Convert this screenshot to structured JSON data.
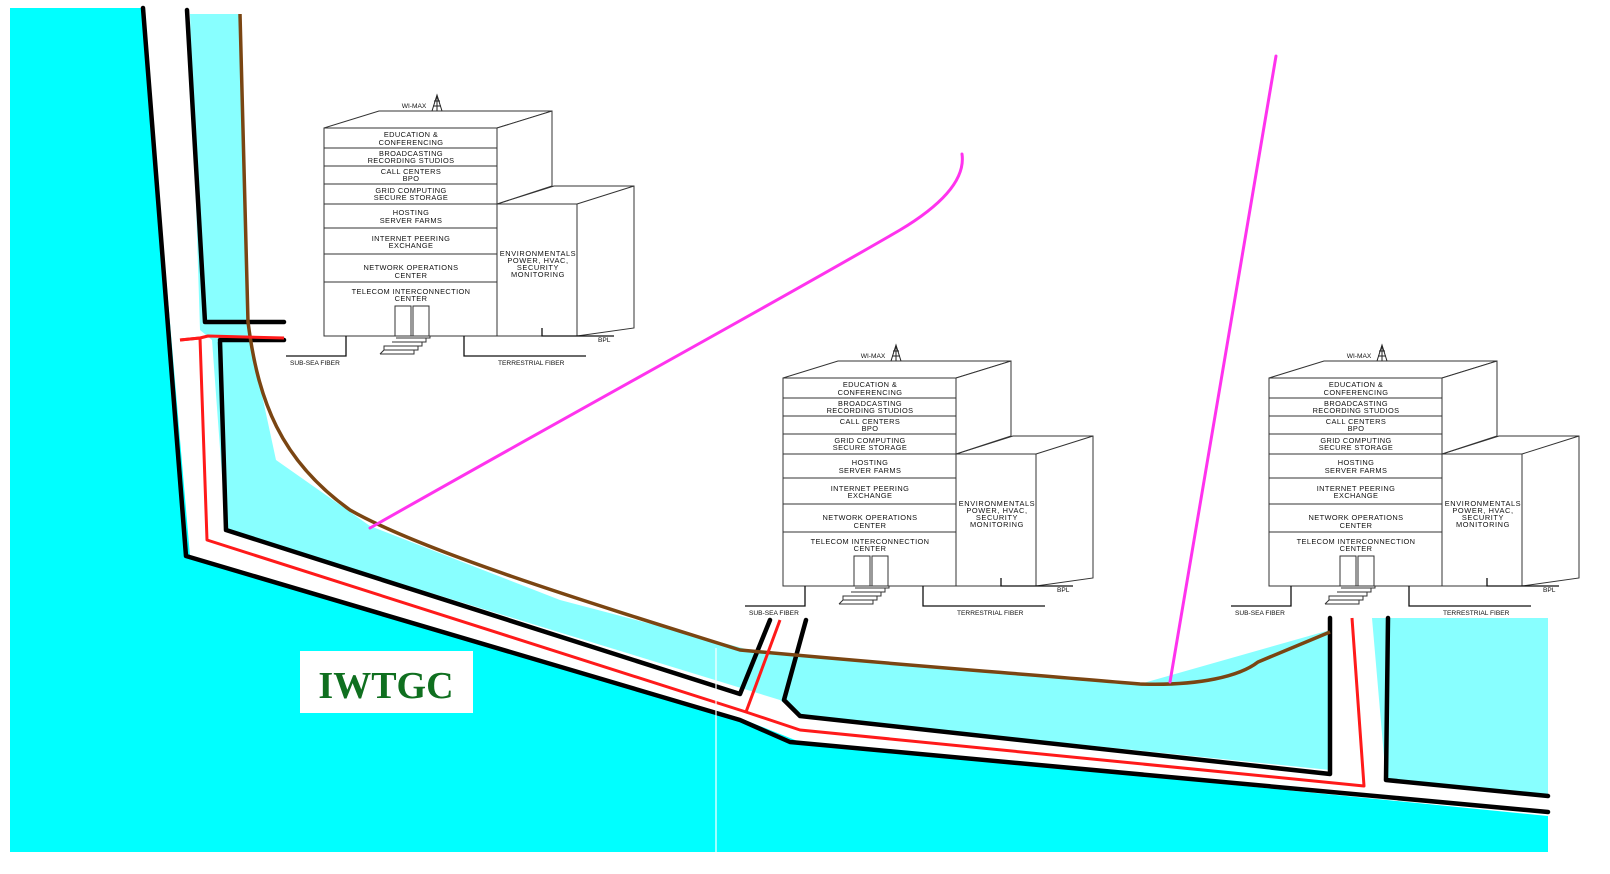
{
  "logo": {
    "text": "IWTGC"
  },
  "building": {
    "wimax_label": "WI-MAX",
    "floors": [
      [
        "EDUCATION &",
        "CONFERENCING"
      ],
      [
        "BROADCASTING",
        "RECORDING STUDIOS"
      ],
      [
        "CALL CENTERS",
        "BPO"
      ],
      [
        "GRID COMPUTING",
        "SECURE STORAGE"
      ],
      [
        "HOSTING",
        "SERVER FARMS"
      ],
      [
        "INTERNET PEERING",
        "EXCHANGE"
      ],
      [
        "NETWORK OPERATIONS",
        "CENTER"
      ],
      [
        "TELECOM INTERCONNECTION",
        "CENTER"
      ]
    ],
    "annex": [
      "ENVIRONMENTALS",
      "POWER, HVAC,",
      "SECURITY",
      "MONITORING"
    ],
    "bpl_label": "BPL",
    "subsea_label": "SUB-SEA FIBER",
    "terrestrial_label": "TERRESTRIAL FIBER"
  },
  "colors": {
    "sea": "#00ffff",
    "water_channel": "#88ffff",
    "shore": "#7a4512",
    "fiber_red": "#ff1a1a",
    "wimax_link": "#ff33ee",
    "logo_text": "#0f6f1f"
  }
}
